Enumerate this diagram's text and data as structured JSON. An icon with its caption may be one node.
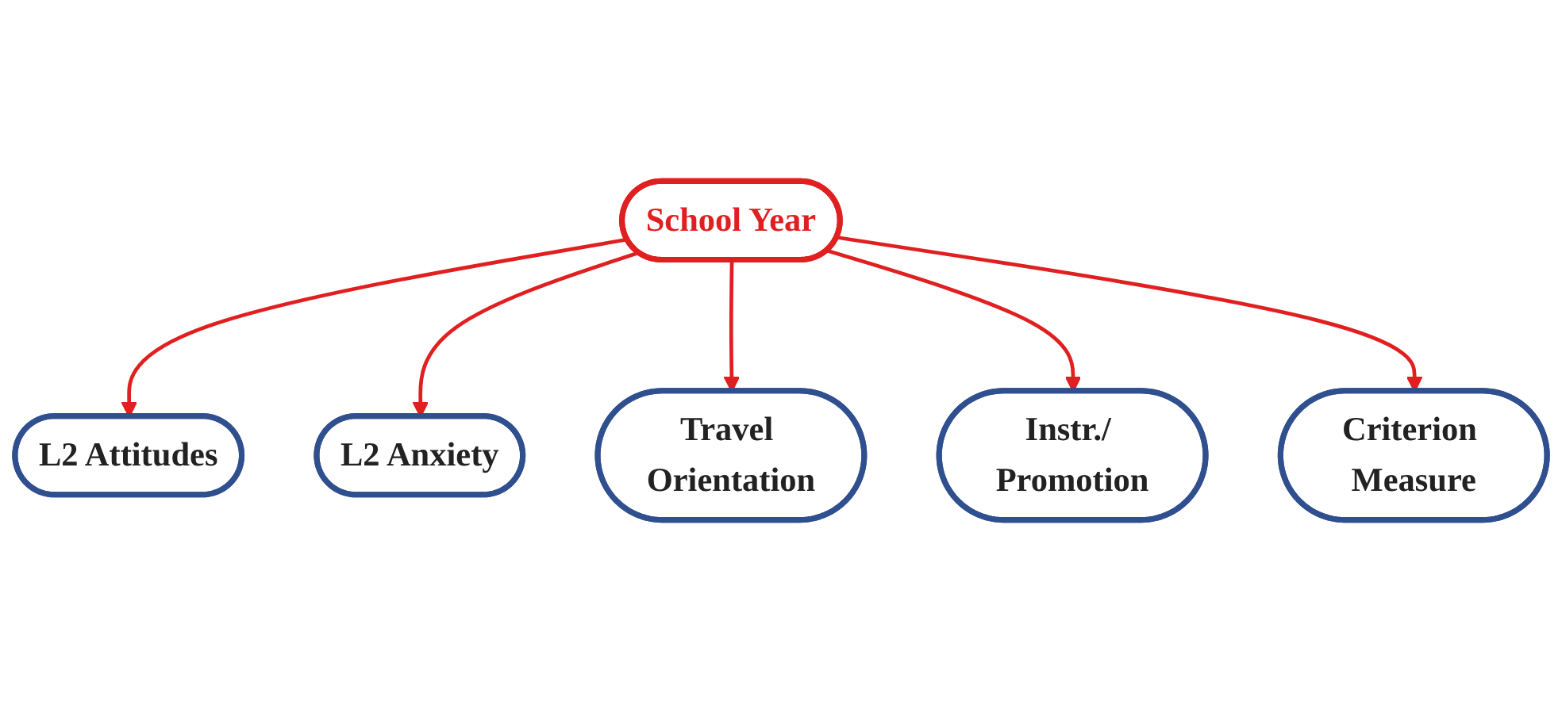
{
  "diagram": {
    "nodes": [
      {
        "text": [
          "School Year"
        ]
      },
      {
        "text": [
          "L2 Attitudes"
        ]
      },
      {
        "text": [
          "Criterion Measure"
        ]
      },
      {
        "text": [
          "L2 Anxiety"
        ]
      },
      {
        "text": [
          "Instr./ Promotion"
        ]
      },
      {
        "text": [
          "Travel Orientation"
        ]
      }
    ],
    "edges": [
      {
        "from": 0,
        "to": 1,
        "arrow": "to"
      },
      {
        "from": 0,
        "to": 3,
        "arrow": "to"
      },
      {
        "from": 0,
        "to": 5,
        "arrow": "to"
      },
      {
        "from": 0,
        "to": 4,
        "arrow": "to"
      },
      {
        "from": 0,
        "to": 2,
        "arrow": "to"
      }
    ]
  }
}
